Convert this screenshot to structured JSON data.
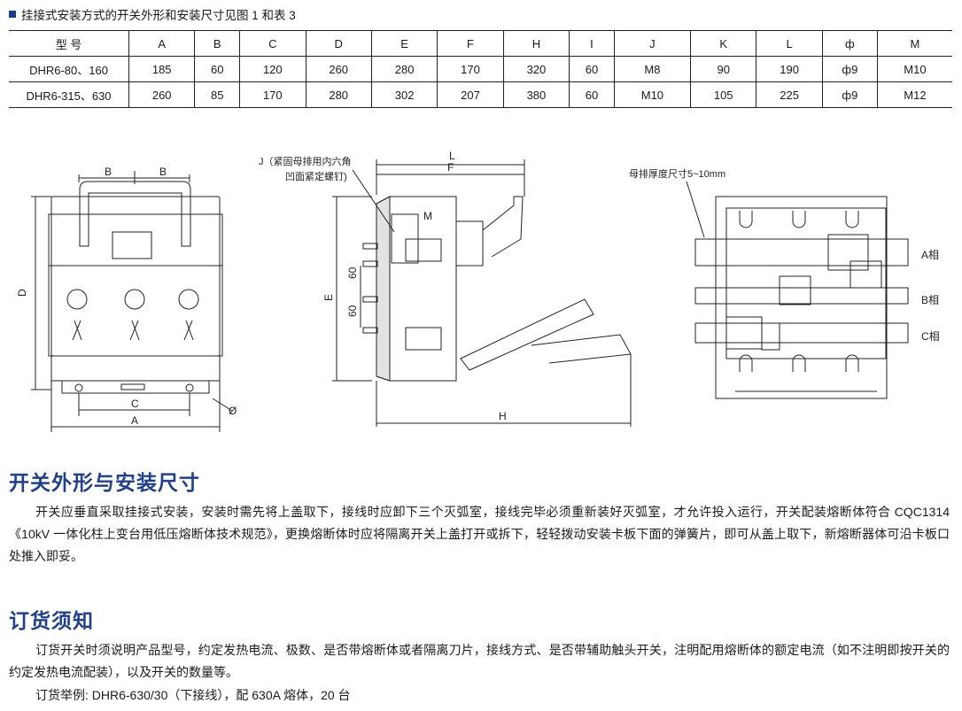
{
  "caption": "挂接式安装方式的开关外形和安装尺寸见图 1 和表 3",
  "table": {
    "headers": [
      "型 号",
      "A",
      "B",
      "C",
      "D",
      "E",
      "F",
      "H",
      "I",
      "J",
      "K",
      "L",
      "ф",
      "M"
    ],
    "rows": [
      [
        "DHR6-80、160",
        "185",
        "60",
        "120",
        "260",
        "280",
        "170",
        "320",
        "60",
        "M8",
        "90",
        "190",
        "ф9",
        "M10"
      ],
      [
        "DHR6-315、630",
        "260",
        "85",
        "170",
        "280",
        "302",
        "207",
        "380",
        "60",
        "M10",
        "105",
        "225",
        "ф9",
        "M12"
      ]
    ]
  },
  "drawing": {
    "front": {
      "b1": "B",
      "b2": "B",
      "c": "C",
      "a": "A",
      "d": "D",
      "phi": "Ø"
    },
    "side": {
      "j1": "J（紧固母排用内六角",
      "j2": "凹面紧定螺钉)",
      "l": "L",
      "f": "F",
      "m": "M",
      "e": "E",
      "d60a": "60",
      "d60b": "60",
      "h": "H"
    },
    "busbar": {
      "thickness": "母排厚度尺寸5~10mm",
      "phaseA": "A相",
      "phaseB": "B相",
      "phaseC": "C相"
    }
  },
  "section1": {
    "title": "开关外形与安装尺寸",
    "body": "开关应垂直采取挂接式安装，安装时需先将上盖取下，接线时应卸下三个灭弧室，接线完毕必须重新装好灭弧室，才允许投入运行，开关配装熔断体符合 CQC1314《10kV 一体化柱上变台用低压熔断体技术规范》，更换熔断体时应将隔离开关上盖打开或拆下，轻轻拨动安装卡板下面的弹簧片，即可从盖上取下，新熔断器体可沿卡板口处推入即妥。"
  },
  "section2": {
    "title": "订货须知",
    "body": "订货开关时须说明产品型号，约定发热电流、极数、是否带熔断体或者隔离刀片，接线方式、是否带辅助触头开关，注明配用熔断体的额定电流（如不注明即按开关的约定发热电流配装），以及开关的数量等。",
    "example": "订货举例:  DHR6-630/30（下接线），配 630A 熔体，20 台"
  }
}
